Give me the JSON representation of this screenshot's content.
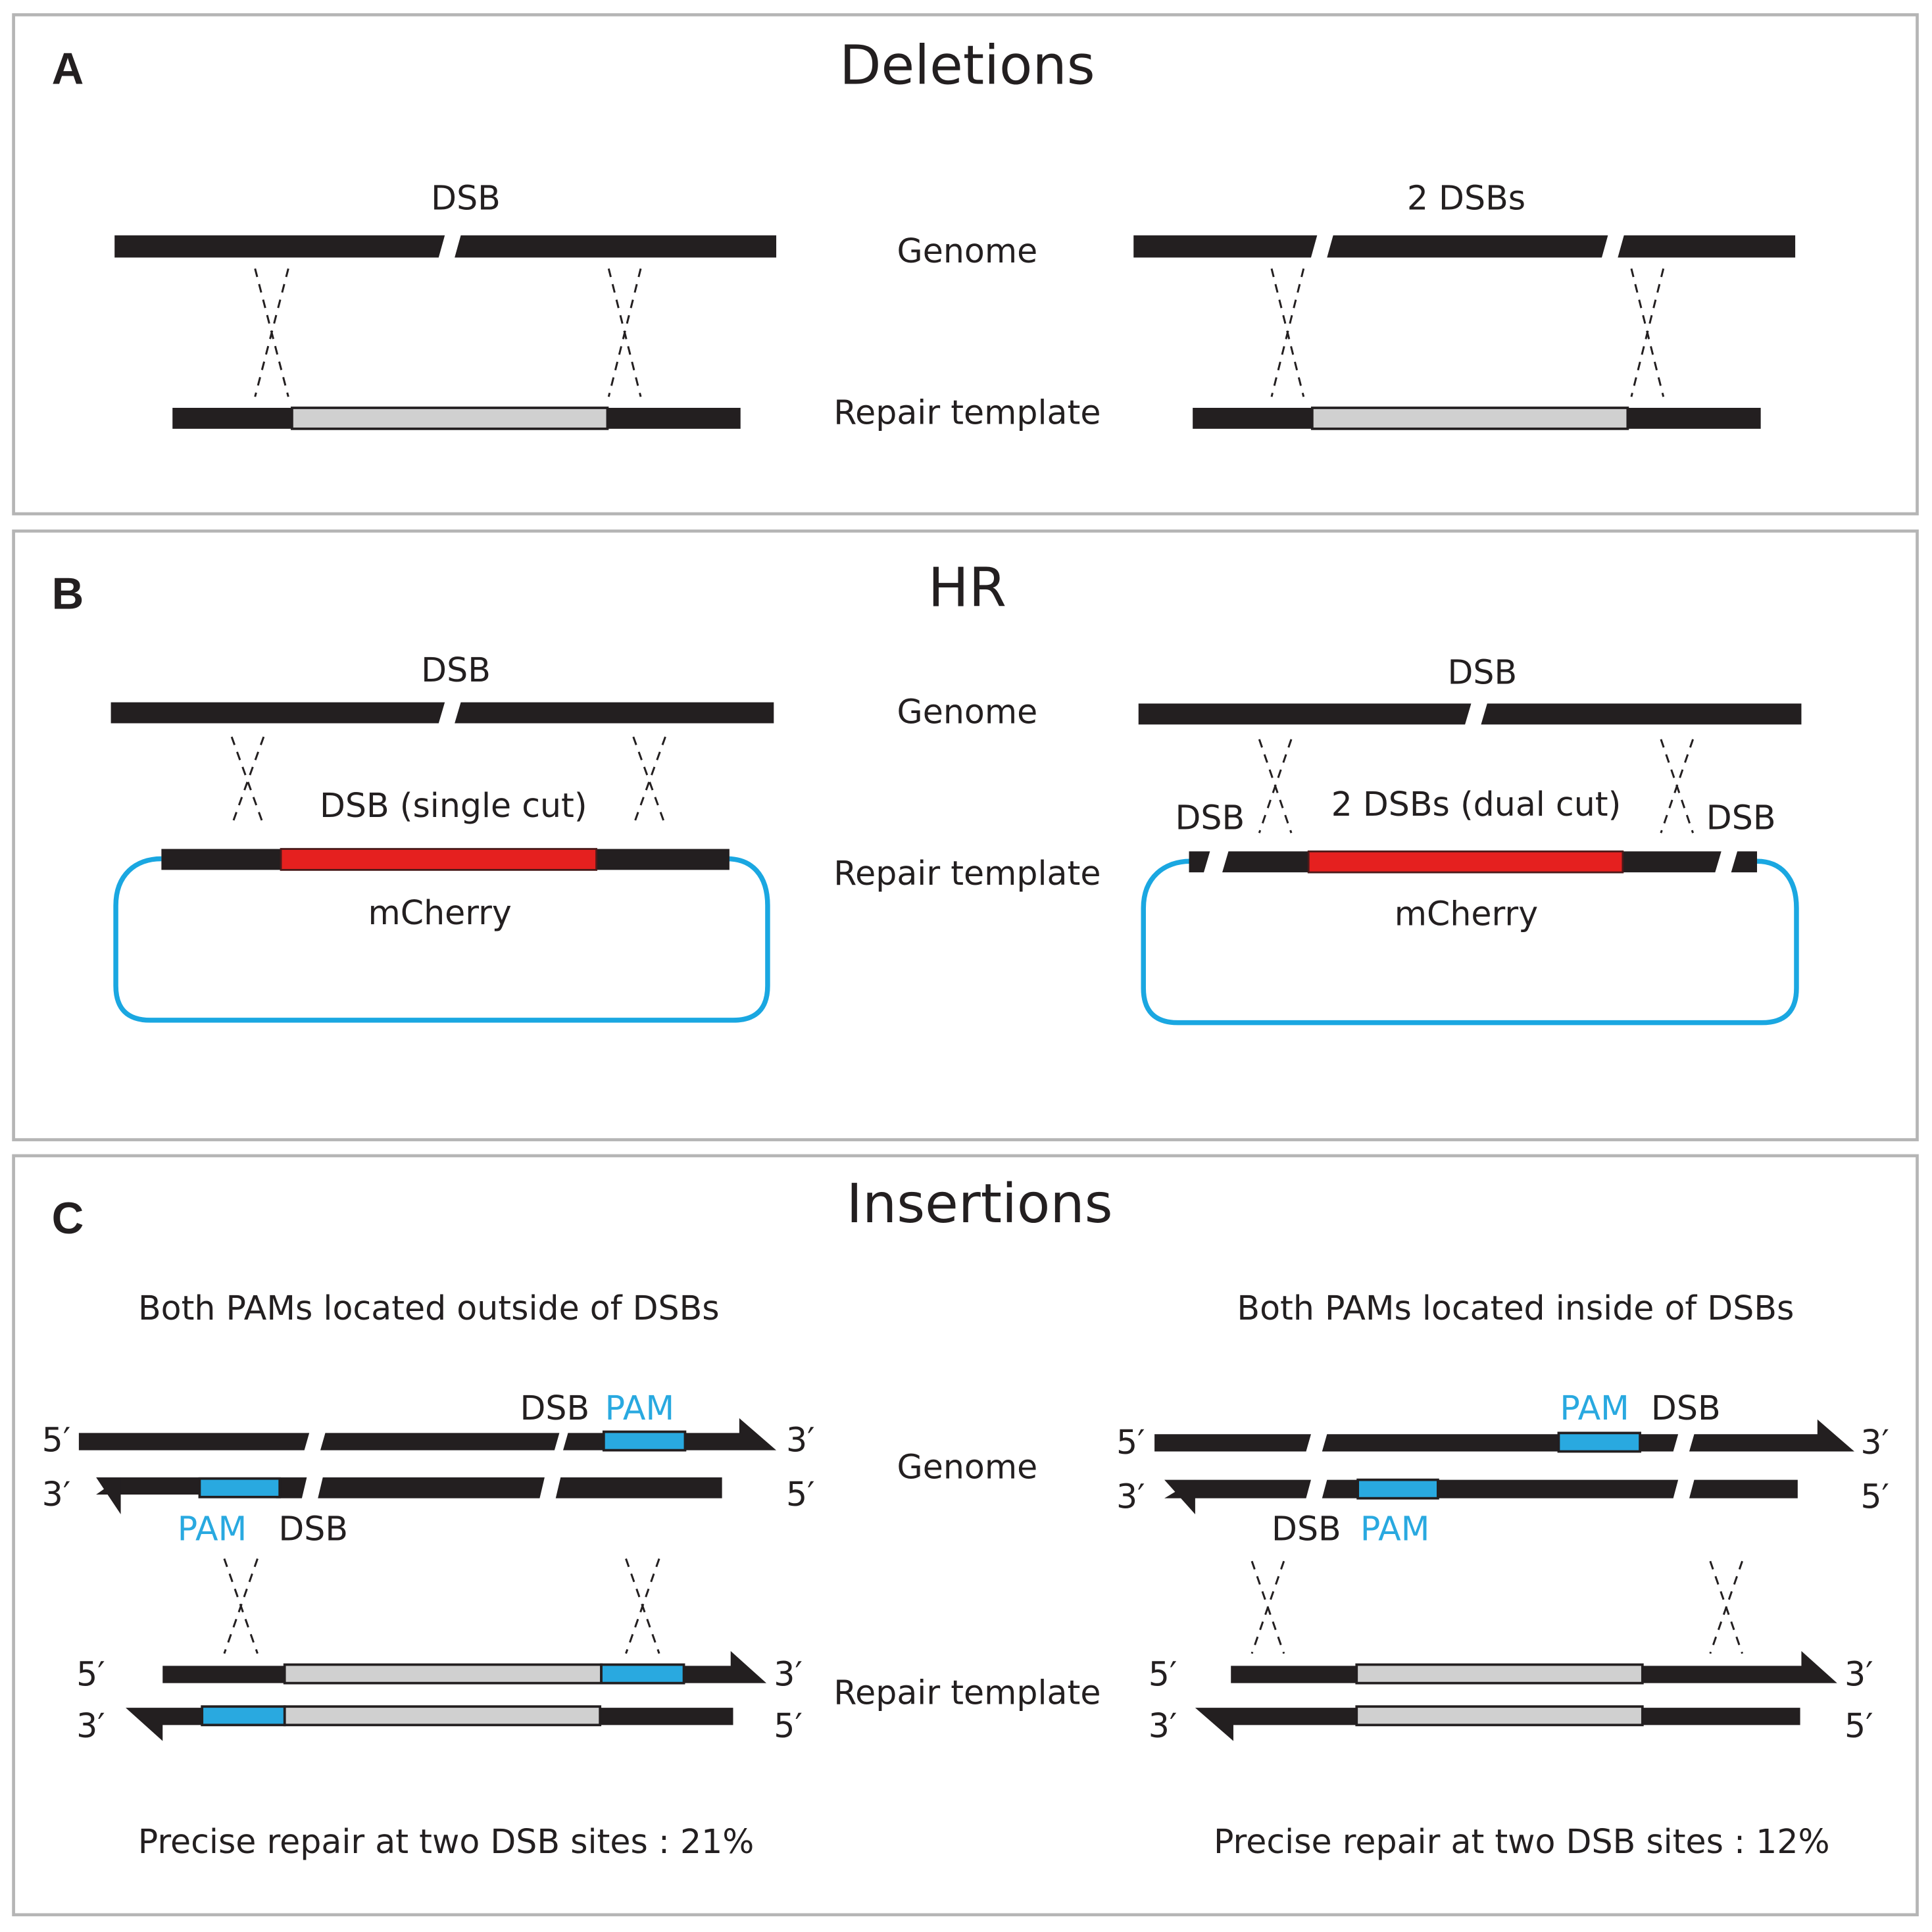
{
  "panels": {
    "A": {
      "letter": "A",
      "title": "Deletions",
      "left_label": "DSB",
      "right_label": "2 DSBs",
      "genome_label": "Genome",
      "template_label": "Repair template"
    },
    "B": {
      "letter": "B",
      "title": "HR",
      "left_top_label": "DSB",
      "right_top_label": "DSB",
      "genome_label": "Genome",
      "template_label": "Repair template",
      "left_cut_label": "DSB (single cut)",
      "right_cut_label": "2 DSBs (dual cut)",
      "right_dsb_left": "DSB",
      "right_dsb_right": "DSB",
      "left_insert_label": "mCherry",
      "right_insert_label": "mCherry"
    },
    "C": {
      "letter": "C",
      "title": "Insertions",
      "left_subtitle": "Both PAMs located outside of DSBs",
      "right_subtitle": "Both PAMs located inside of DSBs",
      "genome_label": "Genome",
      "template_label": "Repair template",
      "dsb": "DSB",
      "pam": "PAM",
      "five_prime": "5′",
      "three_prime": "3′",
      "left_result": "Precise repair at two DSB sites : 21%",
      "right_result": "Precise repair at two DSB sites : 12%",
      "left_precise_repair_percent": 21,
      "right_precise_repair_percent": 12
    }
  },
  "colors": {
    "dna": "#231f20",
    "insert_grey": "#d0d0d0",
    "mcherry": "#e5201f",
    "pam": "#29a9e0",
    "plasmid": "#1aa7e1",
    "frame": "#b5b5b5"
  }
}
